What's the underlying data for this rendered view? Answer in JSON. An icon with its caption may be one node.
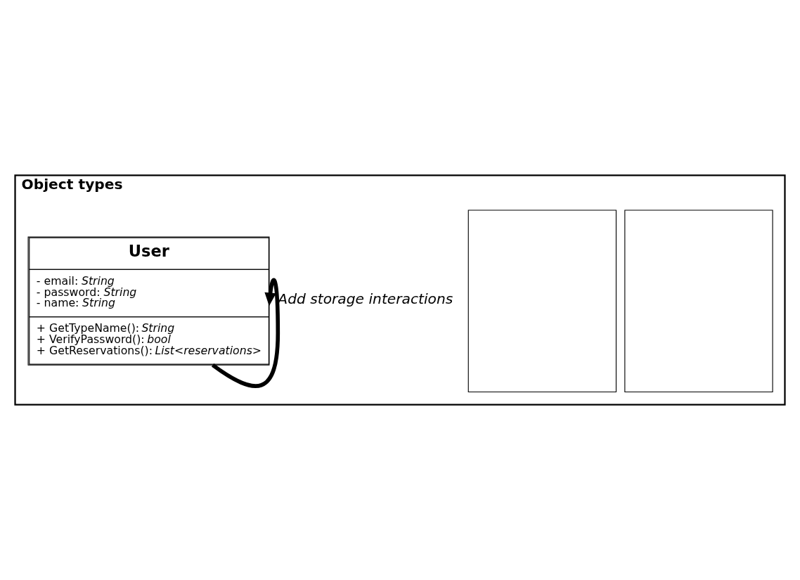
{
  "diagram": {
    "nodes": [
      {
        "text": [
          "Object types"
        ]
      },
      {
        "text": [],
        "shape": "box",
        "in": 0
      },
      {
        "text": [],
        "shape": "box",
        "in": 0
      },
      {
        "text": [
          "User",
          "- email: *String*",
          "- password: *String*",
          "- name: *String*",
          "+ GetTypeName(): *String*",
          "+ VerifyPassword(): *bool*",
          "+ GetReservations(): *List<reservations>*"
        ],
        "in": 0
      }
    ],
    "edges": [
      {
        "from": 3,
        "to": 3,
        "arrow": "to",
        "label": "Add storage interactions"
      }
    ]
  }
}
